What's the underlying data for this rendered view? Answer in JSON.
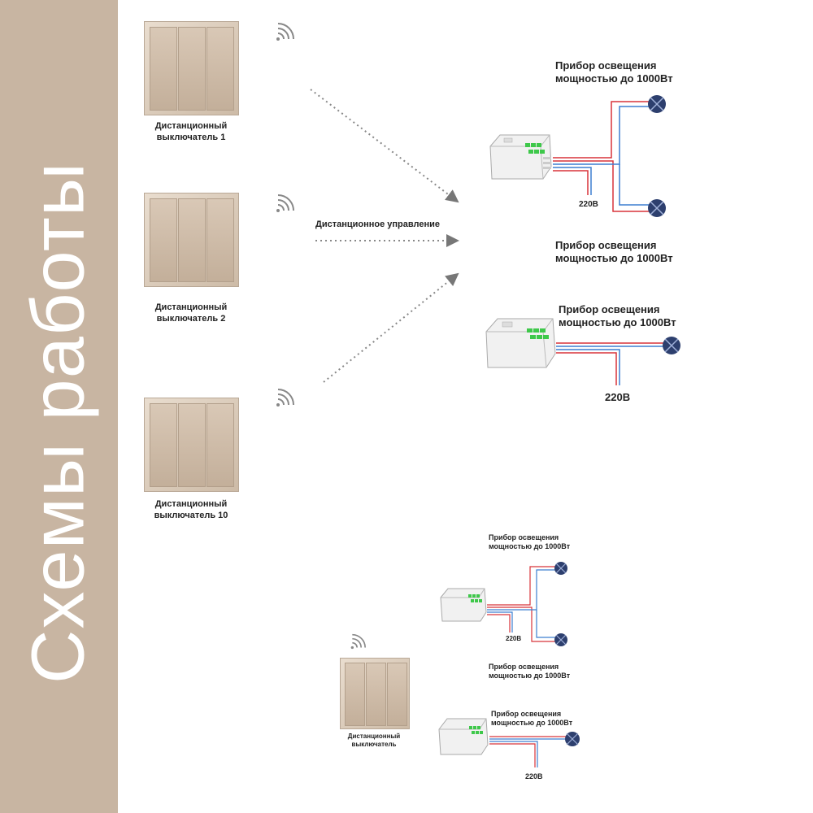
{
  "sidebar": {
    "title": "Схемы работы",
    "color": "#c8b5a2"
  },
  "switches": [
    {
      "caption_line1": "Дистанционный",
      "caption_line2": "выключатель 1"
    },
    {
      "caption_line1": "Дистанционный",
      "caption_line2": "выключатель 2"
    },
    {
      "caption_line1": "Дистанционный",
      "caption_line2": "выключатель 10"
    }
  ],
  "remote_control_label": "Дистанционное управление",
  "top_diagram": {
    "device1_line1": "Прибор освещения",
    "device1_line2": "мощностью до 1000Вт",
    "device2_line1": "Прибор освещения",
    "device2_line2": "мощностью до 1000Вт",
    "voltage": "220В"
  },
  "mid_diagram": {
    "device_line1": "Прибор освещения",
    "device_line2": "мощностью до 1000Вт",
    "voltage": "220В"
  },
  "bottom": {
    "switch_line1": "Дистанционный",
    "switch_line2": "выключатель",
    "device1_line1": "Прибор освещения",
    "device1_line2": "мощностью до 1000Вт",
    "device2_line1": "Прибор освещения",
    "device2_line2": "мощностью до 1000Вт",
    "device3_line1": "Прибор освещения",
    "device3_line2": "мощностью до 1000Вт",
    "voltage1": "220В",
    "voltage2": "220В"
  },
  "colors": {
    "wire_red": "#d8343a",
    "wire_blue": "#3d7fd0",
    "lamp": "#2d3f6e",
    "led": "#3ec84a"
  }
}
